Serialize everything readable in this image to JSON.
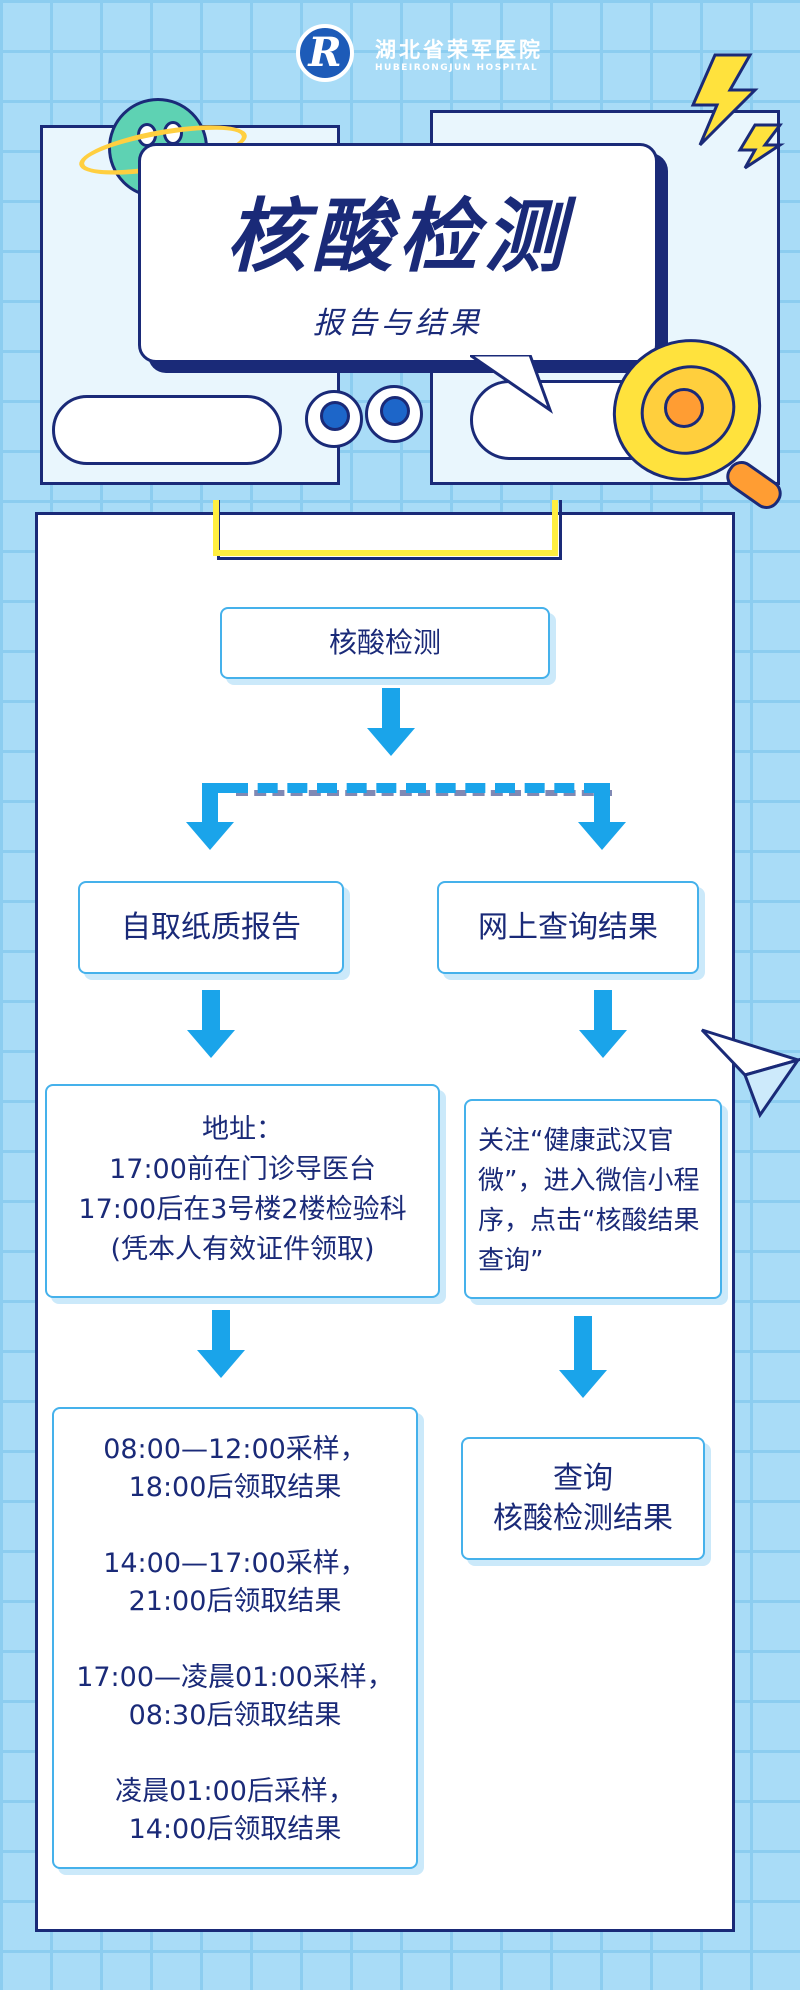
{
  "header": {
    "hospital_cn": "湖北省荣军医院",
    "hospital_en": "HUBEIRONGJUN HOSPITAL",
    "logo_letter": "R"
  },
  "title": {
    "main": "核酸检测",
    "sub": "报告与结果"
  },
  "flow": {
    "start": "核酸检测",
    "left_branch": "自取纸质报告",
    "right_branch": "网上查询结果",
    "address": {
      "title": "地址：",
      "line1": "17:00前在门诊导医台",
      "line2": "17:00后在3号楼2楼检验科",
      "line3": "(凭本人有效证件领取)"
    },
    "online_instructions": "关注“健康武汉官微”，进入微信小程序，点击“核酸结果查询”",
    "schedule": [
      {
        "sample": "08:00—12:00采样，",
        "result": "18:00后领取结果"
      },
      {
        "sample": "14:00—17:00采样，",
        "result": "21:00后领取结果"
      },
      {
        "sample": "17:00—凌晨01:00采样，",
        "result": "08:30后领取结果"
      },
      {
        "sample": "凌晨01:00后采样，",
        "result": "14:00后领取结果"
      }
    ],
    "query_result": {
      "line1": "查询",
      "line2": "核酸检测结果"
    }
  },
  "colors": {
    "background": "#a9dcf7",
    "grid": "#8ccdf0",
    "navy": "#1a2a78",
    "arrow": "#1aa4ea",
    "box_border": "#45b1eb",
    "accent_yellow": "#ffee40"
  },
  "icons": [
    "hospital-logo",
    "planet-icon",
    "lightning-icon",
    "megaphone-icon",
    "paper-plane-icon",
    "eyes-character"
  ]
}
